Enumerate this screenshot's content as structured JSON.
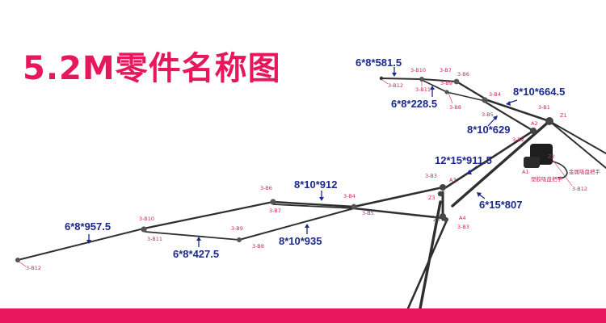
{
  "title": "5.2M零件名称图",
  "colors": {
    "accent": "#e8175d",
    "dimension": "#1b2a8c",
    "label": "#d0245a",
    "rod": "#2f2f2f"
  },
  "dimensions": {
    "d1": "6*8*581.5",
    "d2": "6*8*228.5",
    "d3": "8*10*664.5",
    "d4": "8*10*629",
    "d5": "12*15*911.5",
    "d6": "6*15*807",
    "d7": "8*10*912",
    "d8": "8*10*935",
    "d9": "6*8*957.5",
    "d10": "6*8*427.5"
  },
  "labels": {
    "l1": "3-B7",
    "l2": "3-B10",
    "l3": "3-B6",
    "l4": "3-B12",
    "l5": "3-B11",
    "l6": "3-B9",
    "l7": "3-B8",
    "l8": "3-B4",
    "l9": "3-B5",
    "l10": "3-B1",
    "l11": "Z1",
    "l12": "A2",
    "l13": "3-B2",
    "l14": "Z2",
    "l15": "A1",
    "l16": "3-B12",
    "l17": "3-B3",
    "l18": "A3",
    "l19": "Z3",
    "l20": "Z3",
    "l21": "A4",
    "l22": "3-B3",
    "l23": "3-B6",
    "l24": "3-B7",
    "l25": "3-B4",
    "l26": "3-B5",
    "l27": "3-B10",
    "l28": "3-B11",
    "l29": "3-B9",
    "l30": "3-B8",
    "l31": "3-B12"
  },
  "notes": {
    "metal_clamp": "金属吸盘把手",
    "plastic_clamp": "塑胶吸盘把手"
  }
}
